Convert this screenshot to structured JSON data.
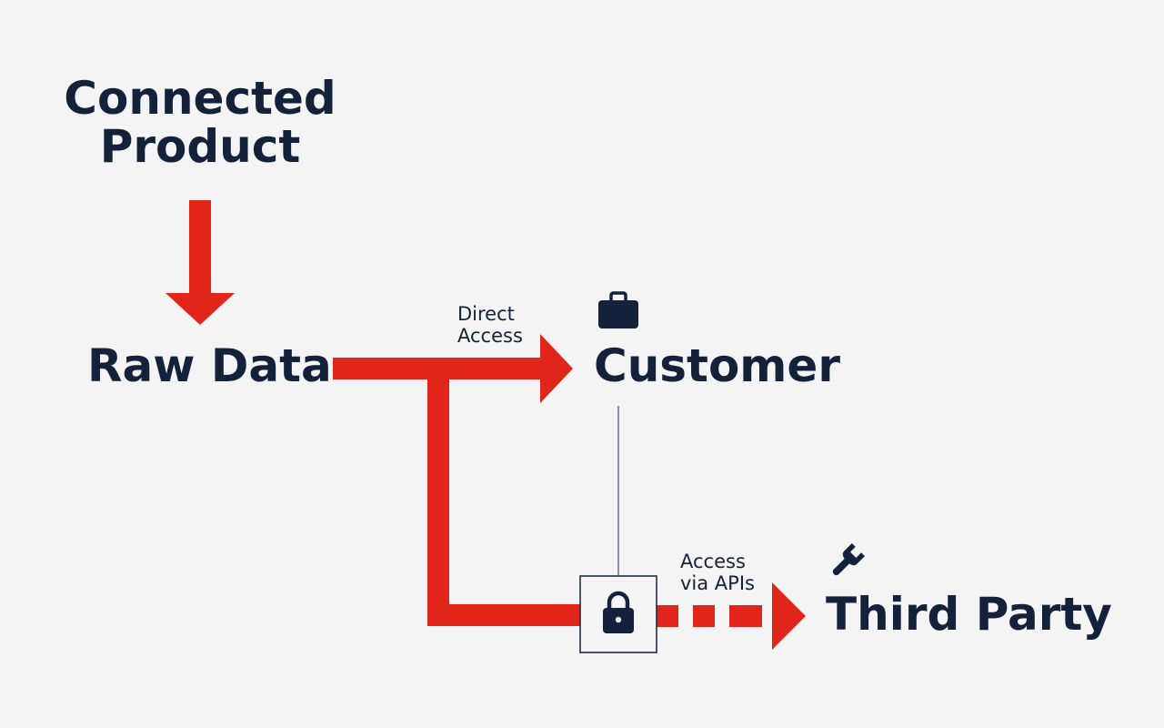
{
  "nodes": {
    "connected_product": {
      "line1": "Connected",
      "line2": "Product"
    },
    "raw_data": "Raw Data",
    "customer": "Customer",
    "third_party": "Third Party"
  },
  "edges": {
    "direct_access": {
      "line1": "Direct",
      "line2": "Access"
    },
    "api_access": {
      "line1": "Access",
      "line2": "via APIs"
    }
  },
  "icons": {
    "customer": "briefcase-icon",
    "third_party": "wrench-icon",
    "gate": "lock-icon"
  },
  "colors": {
    "background": "#f4f4f4",
    "arrow": "#e1251b",
    "text": "#13213a"
  }
}
